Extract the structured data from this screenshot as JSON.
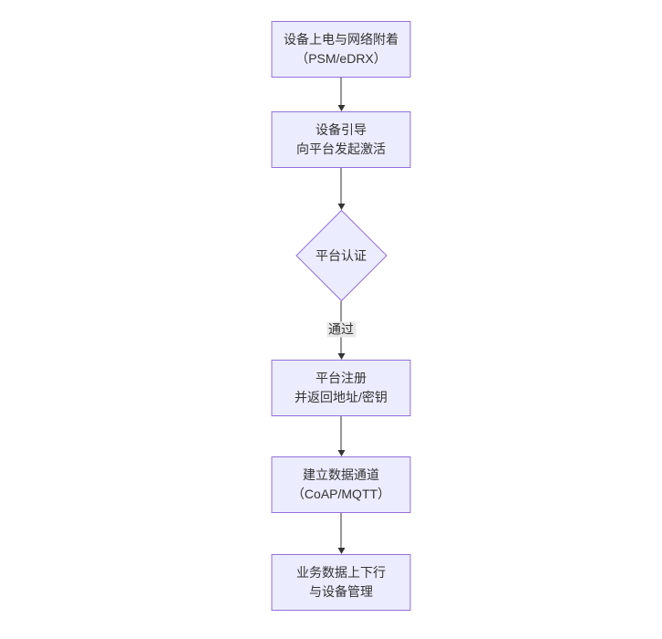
{
  "diagram": {
    "type": "flowchart",
    "direction": "top-down",
    "nodes": [
      {
        "id": "power-attach",
        "shape": "rect",
        "line1": "设备上电与网络附着",
        "line2": "（PSM/eDRX）"
      },
      {
        "id": "bootstrap",
        "shape": "rect",
        "line1": "设备引导",
        "line2": "向平台发起激活"
      },
      {
        "id": "platform-auth",
        "shape": "diamond",
        "line1": "平台认证",
        "line2": ""
      },
      {
        "id": "register",
        "shape": "rect",
        "line1": "平台注册",
        "line2": "并返回地址/密钥"
      },
      {
        "id": "data-channel",
        "shape": "rect",
        "line1": "建立数据通道",
        "line2": "（CoAP/MQTT）"
      },
      {
        "id": "business",
        "shape": "rect",
        "line1": "业务数据上下行",
        "line2": "与设备管理"
      }
    ],
    "edge_labels": {
      "pass": "通过"
    },
    "colors": {
      "node_fill": "#ECECFF",
      "node_border": "#9370DB",
      "edge": "#333333",
      "label_bg": "#e8e8e8",
      "text": "#333333"
    }
  }
}
